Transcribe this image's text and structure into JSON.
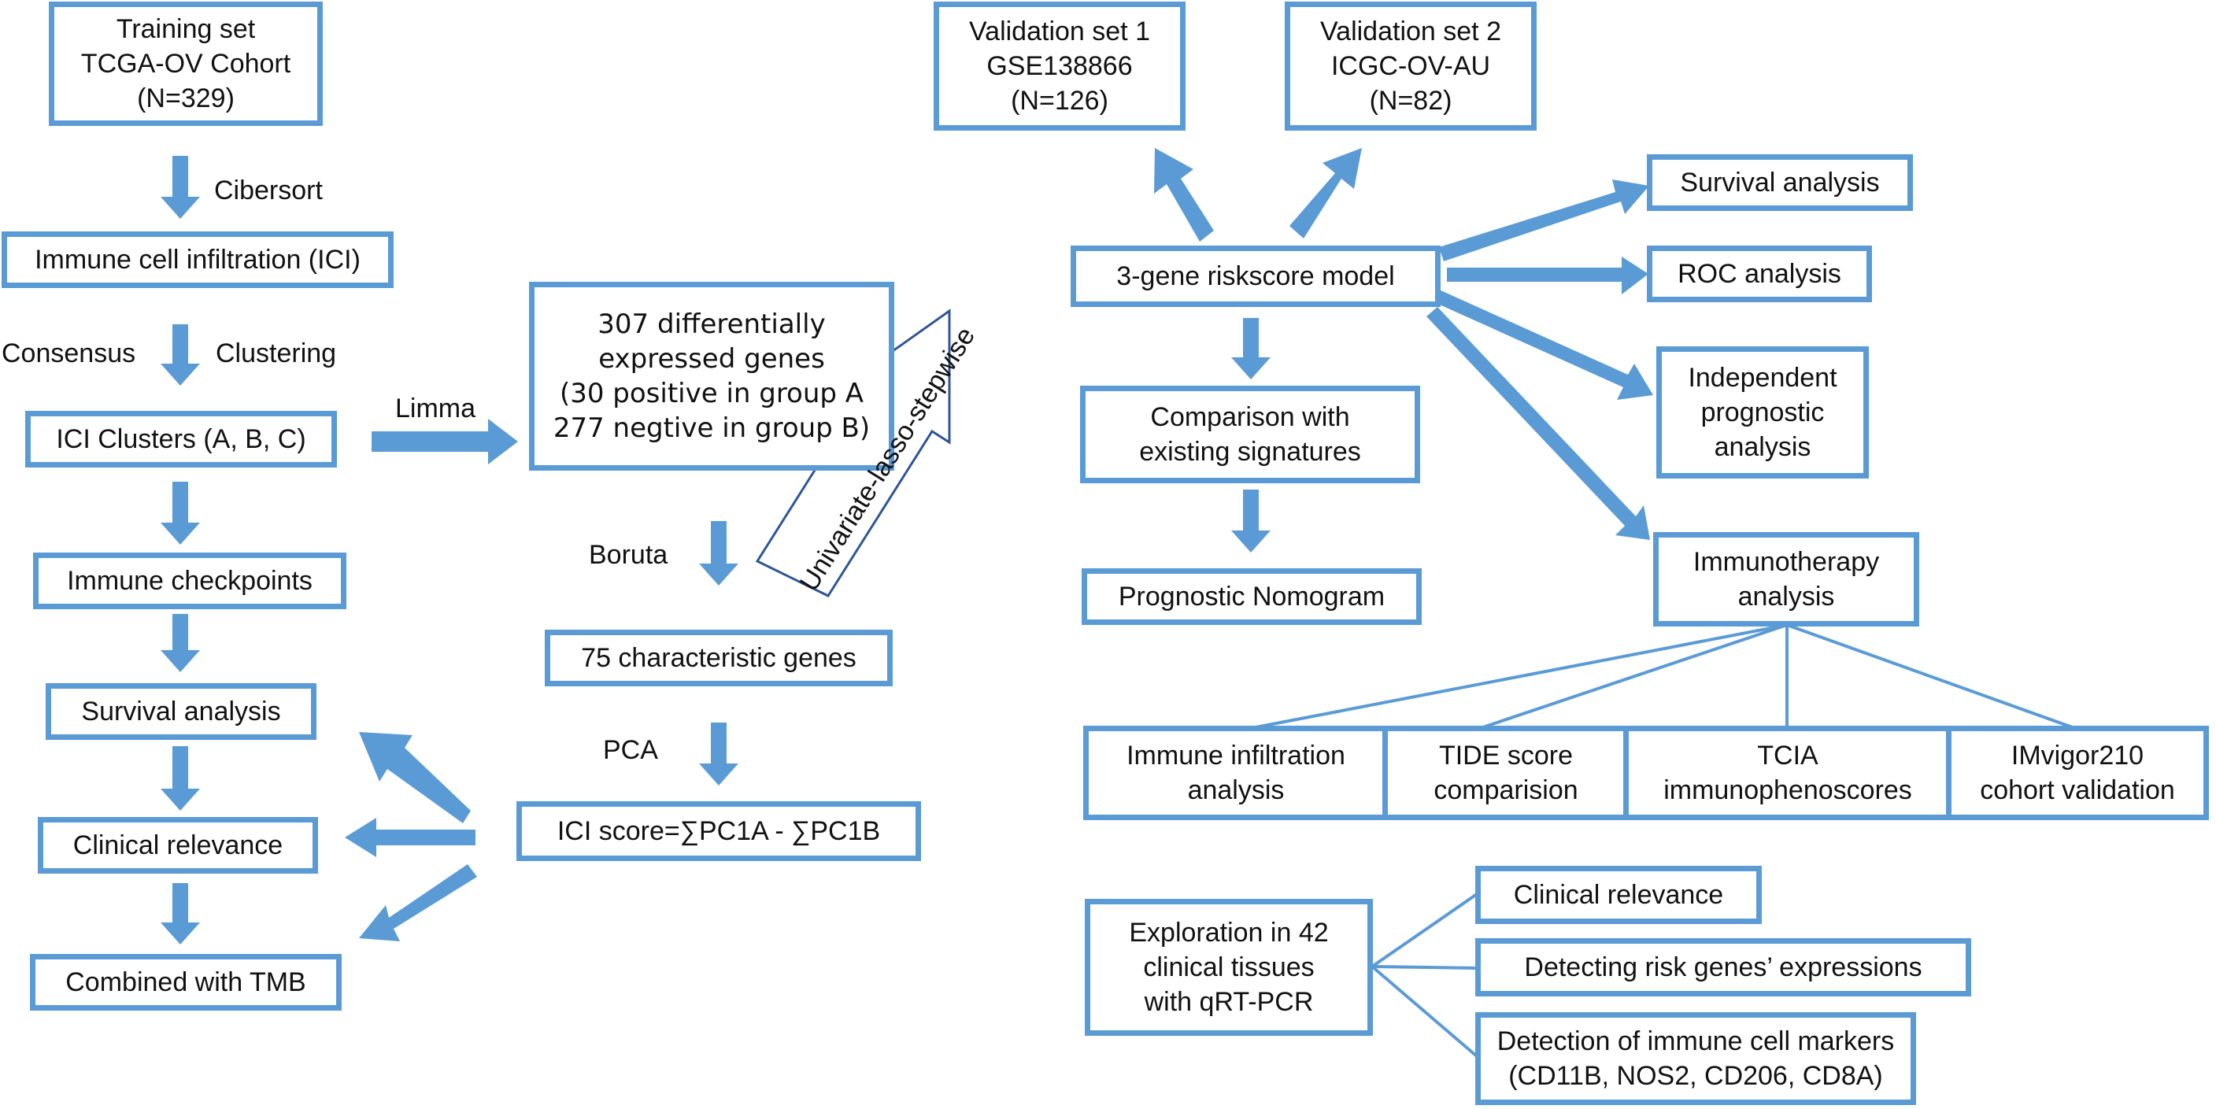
{
  "colors": {
    "accent": "#5b9bd5",
    "text": "#111111",
    "background": "#ffffff"
  },
  "boxes": {
    "training": [
      "Training set",
      "TCGA-OV Cohort",
      "(N=329)"
    ],
    "ici": [
      "Immune cell infiltration (ICI)"
    ],
    "clusters": [
      "ICI Clusters (A, B, C)"
    ],
    "checkpoints": [
      "Immune checkpoints"
    ],
    "survival_left": [
      "Survival analysis"
    ],
    "clinical_left": [
      "Clinical relevance"
    ],
    "tmb": [
      "Combined with TMB"
    ],
    "deg": [
      "307 differentially",
      "expressed genes",
      "(30 positive in group A",
      "277 negtive in group B)"
    ],
    "char_genes": [
      "75 characteristic genes"
    ],
    "ici_score": [
      "ICI score=∑PC1A - ∑PC1B"
    ],
    "val1": [
      "Validation set 1",
      "GSE138866",
      "(N=126)"
    ],
    "val2": [
      "Validation set 2",
      "ICGC-OV-AU",
      "(N=82)"
    ],
    "riskscore": [
      "3-gene riskscore model"
    ],
    "comparison": [
      "Comparison with",
      "existing signatures"
    ],
    "nomogram": [
      "Prognostic Nomogram"
    ],
    "survival_right": [
      "Survival analysis"
    ],
    "roc": [
      "ROC analysis"
    ],
    "independent": [
      "Independent",
      "prognostic",
      "analysis"
    ],
    "immunotherapy": [
      "Immunotherapy",
      "analysis"
    ],
    "immune_infiltration": [
      "Immune infiltration",
      "analysis"
    ],
    "tide": [
      "TIDE score",
      "comparision"
    ],
    "tcia": [
      "TCIA",
      "immunophenoscores"
    ],
    "imvigor": [
      "IMvigor210",
      "cohort validation"
    ],
    "exploration": [
      "Exploration in 42",
      "clinical tissues",
      "with qRT-PCR"
    ],
    "clinical_right": [
      "Clinical relevance"
    ],
    "detecting": [
      "Detecting risk genes’ expressions"
    ],
    "markers": [
      "Detection of immune cell markers",
      "(CD11B, NOS2, CD206, CD8A)"
    ]
  },
  "labels": {
    "cibersort": "Cibersort",
    "consensus": "Consensus",
    "clustering": "Clustering",
    "limma": "Limma",
    "boruta": "Boruta",
    "pca": "PCA",
    "univariate": "Univariate-lasso-stepwise"
  }
}
